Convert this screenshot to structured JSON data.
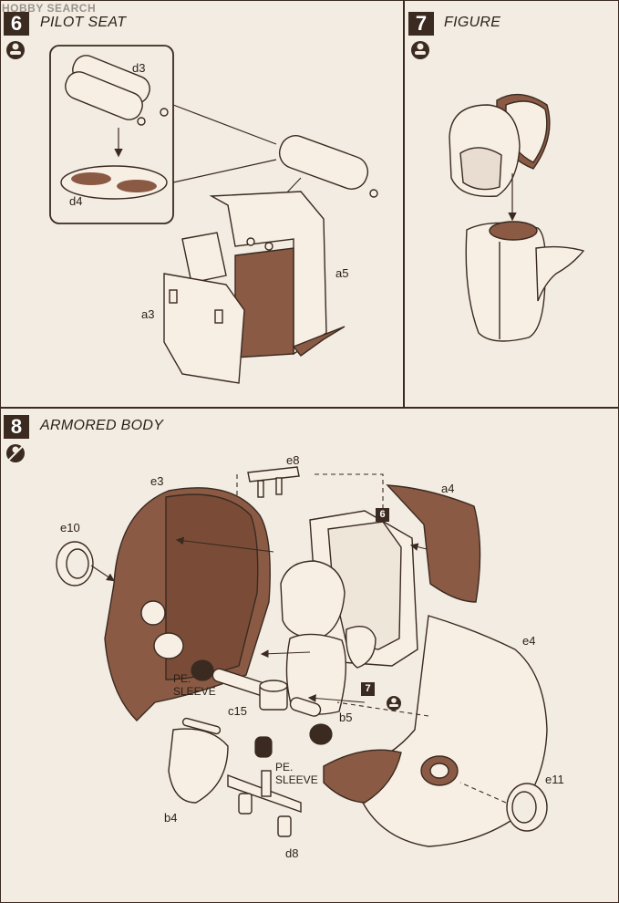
{
  "watermark": "HOBBY SEARCH",
  "steps": [
    {
      "number": "6",
      "title": "PILOT SEAT",
      "labels": {
        "d3": "d3",
        "d4": "d4",
        "a5": "a5",
        "a3": "a3"
      }
    },
    {
      "number": "7",
      "title": "FIGURE"
    },
    {
      "number": "8",
      "title": "ARMORED BODY",
      "labels": {
        "e8": "e8",
        "e3": "e3",
        "a4": "a4",
        "e10": "e10",
        "e4": "e4",
        "c15": "c15",
        "b5": "b5",
        "e11": "e11",
        "b4": "b4",
        "d8": "d8"
      },
      "pe_sleeve": [
        "PE.",
        "SLEEVE"
      ],
      "ref_badges": [
        "6",
        "7"
      ]
    }
  ],
  "colors": {
    "ink": "#3a2a20",
    "paper": "#f3ece2",
    "brown": "#8a5a44",
    "part": "#f7efe4"
  }
}
